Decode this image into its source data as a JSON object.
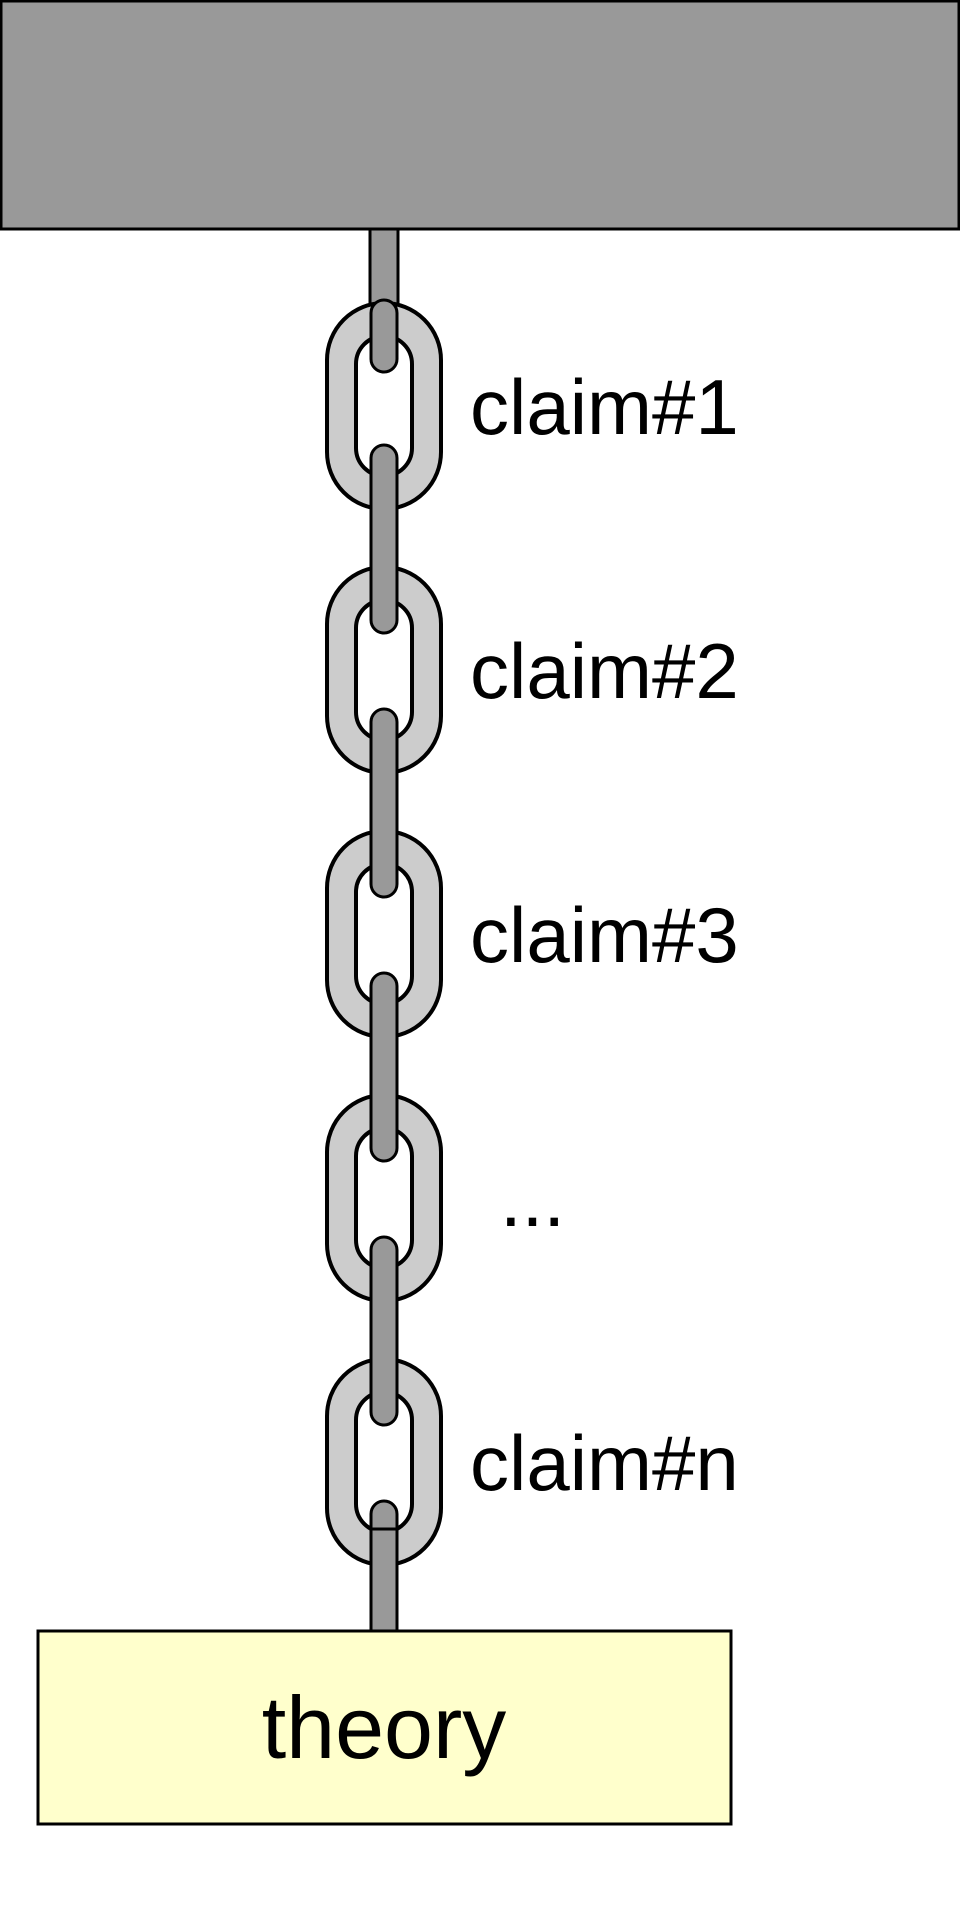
{
  "colors": {
    "ceiling_fill": "#999999",
    "link_fill": "#cccccc",
    "link_hole": "#ffffff",
    "rod_fill": "#999999",
    "outline": "#000000",
    "theory_fill": "#ffffcc"
  },
  "chain": {
    "links": [
      {
        "label": "claim#1"
      },
      {
        "label": "claim#2"
      },
      {
        "label": "claim#3"
      },
      {
        "label": "..."
      },
      {
        "label": "claim#n"
      }
    ]
  },
  "weight": {
    "label": "theory"
  }
}
